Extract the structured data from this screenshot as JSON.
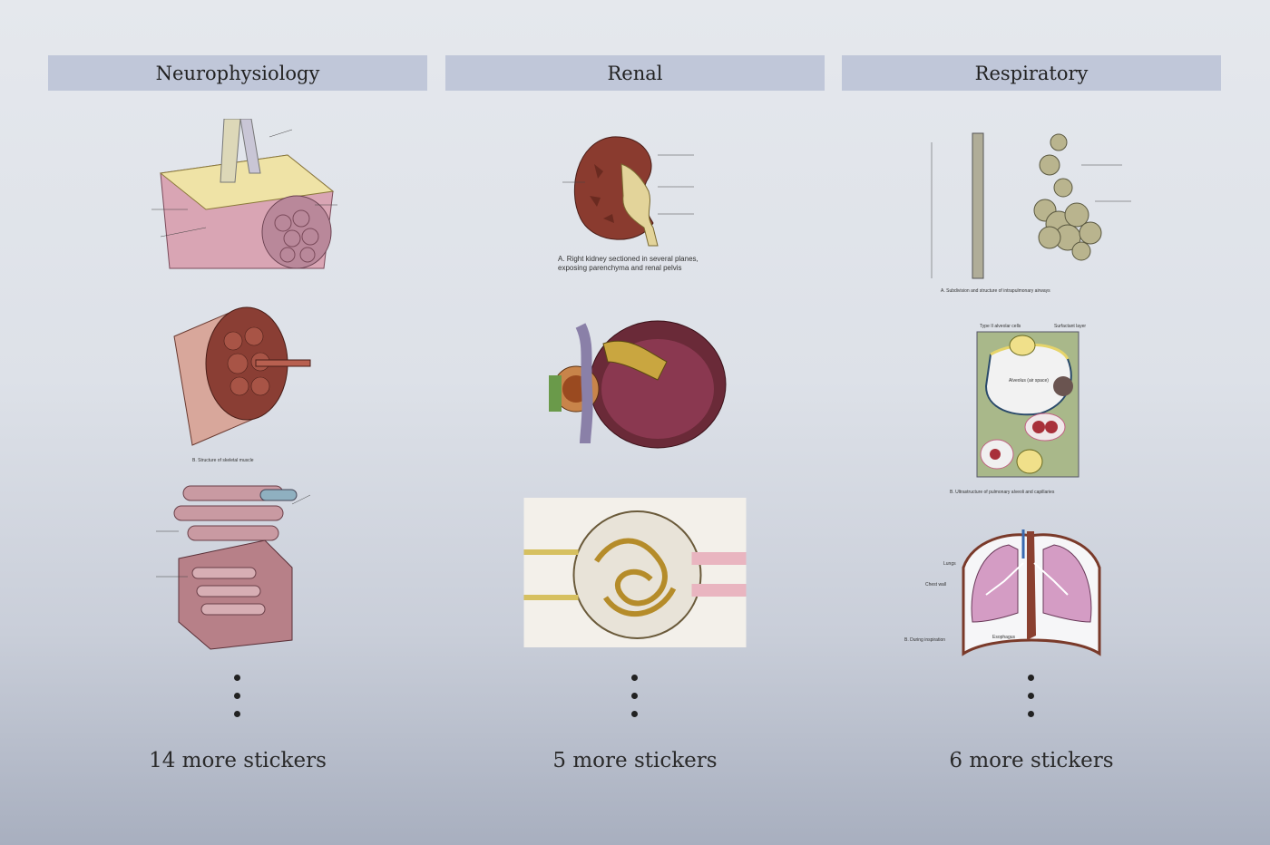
{
  "columns": [
    {
      "title": "Neurophysiology",
      "more": "14 more stickers",
      "stickers": [
        {
          "caption": ""
        },
        {
          "caption": "B. Structure of skeletal muscle"
        },
        {
          "caption": ""
        }
      ]
    },
    {
      "title": "Renal",
      "more": "5 more stickers",
      "stickers": [
        {
          "caption": "A. Right kidney sectioned in several planes, exposing parenchyma and renal pelvis"
        },
        {
          "caption": ""
        },
        {
          "caption": ""
        }
      ]
    },
    {
      "title": "Respiratory",
      "more": "6 more stickers",
      "stickers": [
        {
          "caption": "A. Subdivision and structure of intrapulmonary airways"
        },
        {
          "caption": "B. Ultrastructure of pulmonary alveoli and capillaries",
          "labels": [
            "Alveolus (air space)",
            "Type II alveolar cells",
            "Surfactant layer"
          ]
        },
        {
          "caption": "B. During inspiration",
          "labels": [
            "Lungs",
            "Chest wall",
            "Esophagus"
          ]
        }
      ]
    }
  ],
  "colors": {
    "header": "#c0c7d9",
    "tissue": "#c98a95",
    "kidney": "#8a3b2f",
    "lung": "#d49cc4",
    "alveoli": "#a9b88a"
  }
}
